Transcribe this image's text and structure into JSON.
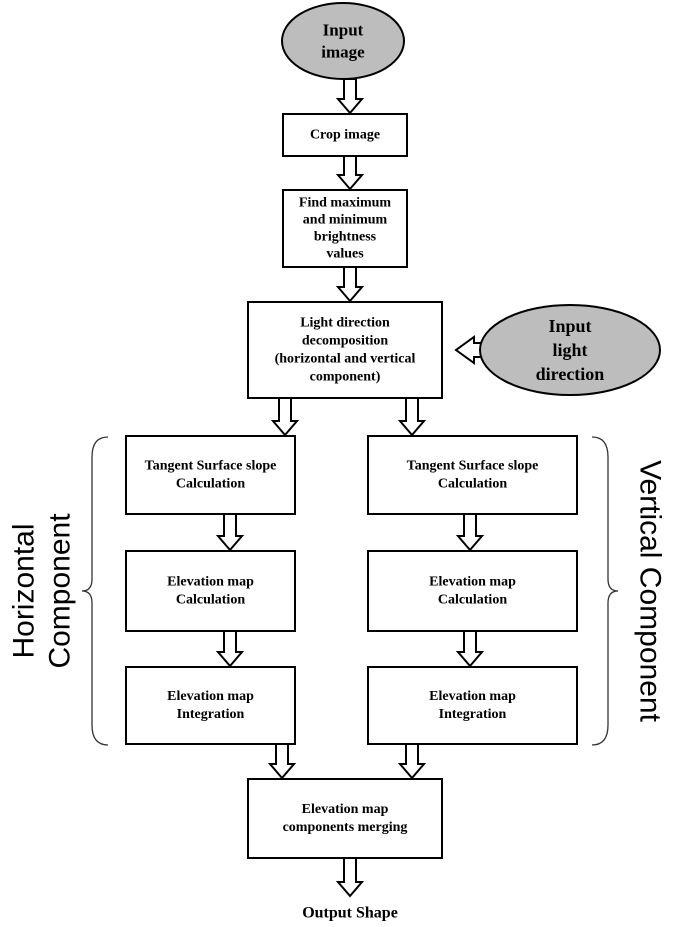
{
  "diagram": {
    "nodes": {
      "input_image": {
        "shape": "oval",
        "lines": [
          "Input",
          "image"
        ]
      },
      "crop_image": {
        "shape": "box",
        "lines": [
          "Crop image"
        ]
      },
      "find_max_min": {
        "shape": "box",
        "lines": [
          "Find maximum",
          "and minimum",
          "brightness",
          "values"
        ]
      },
      "light_decomp": {
        "shape": "box",
        "lines": [
          "Light direction",
          "decomposition",
          "(horizontal and vertical",
          "component)"
        ]
      },
      "input_light": {
        "shape": "oval",
        "lines": [
          "Input",
          "light",
          "direction"
        ]
      },
      "h_slope": {
        "shape": "box",
        "lines": [
          "Tangent Surface slope",
          "Calculation"
        ]
      },
      "h_elev_calc": {
        "shape": "box",
        "lines": [
          "Elevation map",
          "Calculation"
        ]
      },
      "h_elev_integ": {
        "shape": "box",
        "lines": [
          "Elevation map",
          "Integration"
        ]
      },
      "v_slope": {
        "shape": "box",
        "lines": [
          "Tangent Surface slope",
          "Calculation"
        ]
      },
      "v_elev_calc": {
        "shape": "box",
        "lines": [
          "Elevation map",
          "Calculation"
        ]
      },
      "v_elev_integ": {
        "shape": "box",
        "lines": [
          "Elevation map",
          "Integration"
        ]
      },
      "merge": {
        "shape": "box",
        "lines": [
          "Elevation map",
          "components merging"
        ]
      }
    },
    "output_label": "Output Shape",
    "groups": {
      "horizontal": {
        "lines": [
          "Horizontal",
          "Component"
        ]
      },
      "vertical": {
        "lines": [
          "Vertical Component"
        ]
      }
    },
    "colors": {
      "oval_fill": "#bdbdbd",
      "stroke": "#000000",
      "box_fill": "#ffffff"
    }
  }
}
